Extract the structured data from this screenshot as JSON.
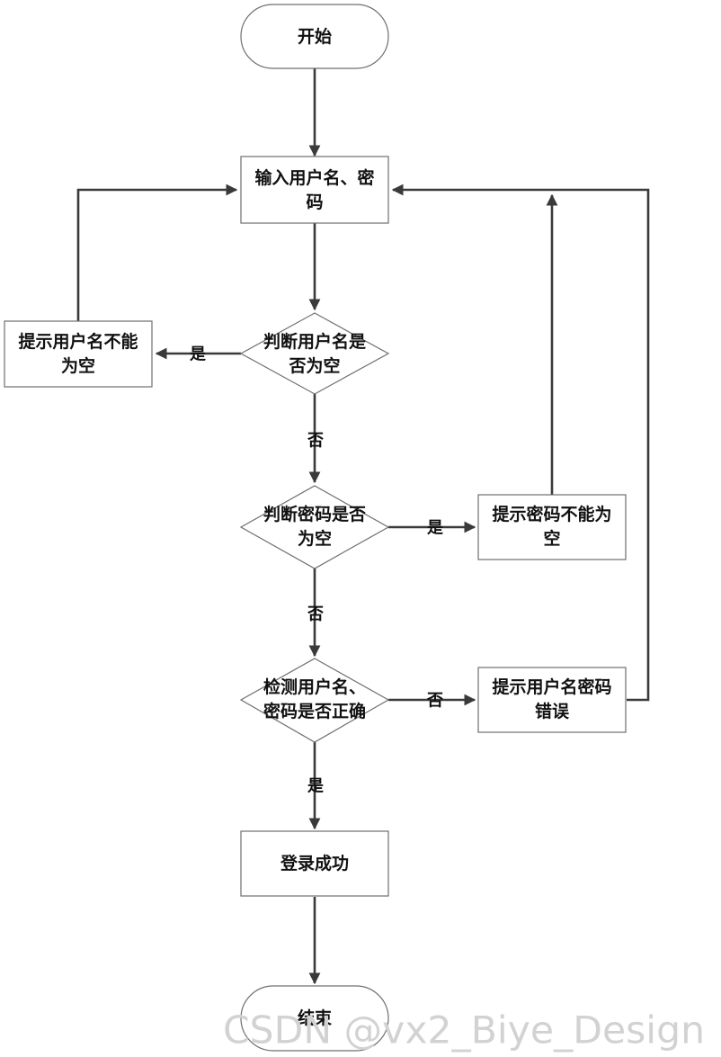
{
  "nodes": {
    "start": "开始",
    "input_credentials": [
      "输入用户名、密",
      "码"
    ],
    "check_username_empty": [
      "判断用户名是",
      "否为空"
    ],
    "prompt_username_empty": [
      "提示用户名不能",
      "为空"
    ],
    "check_password_empty": [
      "判断密码是否",
      "为空"
    ],
    "prompt_password_empty": [
      "提示密码不能为",
      "空"
    ],
    "verify_credentials": [
      "检测用户名、",
      "密码是否正确"
    ],
    "prompt_credentials_wrong": [
      "提示用户名密码",
      "错误"
    ],
    "login_success": "登录成功",
    "end": "结束"
  },
  "edge_labels": {
    "username_empty_yes": "是",
    "username_empty_no": "否",
    "password_empty_yes": "是",
    "password_empty_no": "否",
    "credentials_wrong": "否",
    "credentials_correct": "是"
  },
  "watermark": "CSDN @vx2_Biye_Design",
  "colors": {
    "node_border": "#6f6f6f",
    "edge": "#3a3a3a",
    "text": "#111111",
    "watermark": "#d2d2d2",
    "background": "#ffffff"
  }
}
